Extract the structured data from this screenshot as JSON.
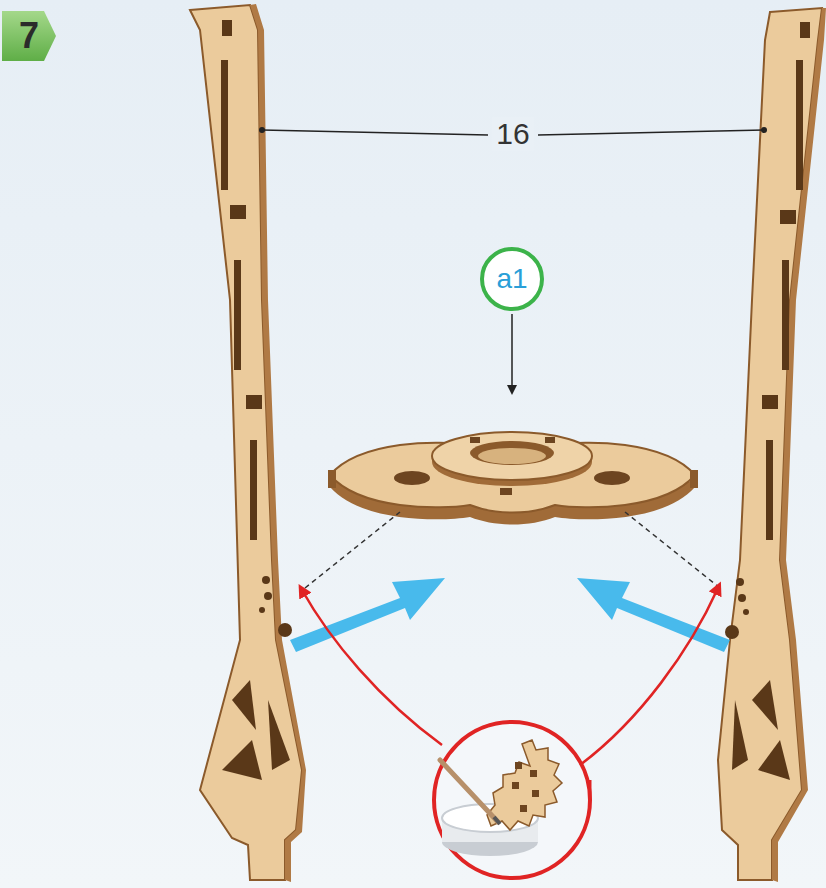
{
  "diagram": {
    "nodes": [
      {
        "text": [
          "7"
        ]
      },
      {
        "text": [
          "a1"
        ]
      }
    ],
    "labels": [
      "16"
    ]
  }
}
